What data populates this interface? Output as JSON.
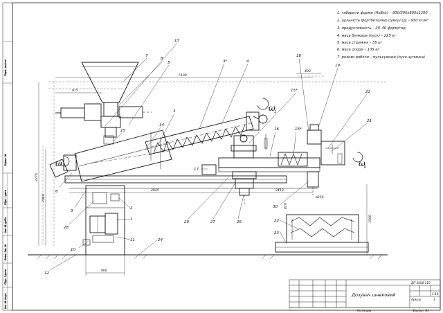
{
  "specs": [
    "1. габарити форми (НхВхL) – 300/300х600х1200",
    "2. щільність фортбетонної суміші (ρ) – 950 кг/м³",
    "3. продуктивність – 20–40 форм/год",
    "4. маса бункера (пуск) – 225 кг",
    "5. маса стрижня – 35 кг",
    "6. маса опори – 105 кг",
    "7. режим роботи – пульсуючий (пуск-зупинка)"
  ],
  "callouts": {
    "c13": "13",
    "c7": "7",
    "c8": "8",
    "c5": "5",
    "c3s": "3*",
    "c4": "4",
    "c18": "18",
    "c19": "19",
    "c22": "22",
    "c15s": "15*",
    "c21": "21",
    "c15": "15",
    "c14": "14",
    "c3": "3",
    "c16": "16",
    "c16s": "16*",
    "c17": "17",
    "c6": "6",
    "c9": "9",
    "c2": "2",
    "c28": "28",
    "c1": "1",
    "c29": "29",
    "c27": "27",
    "c26": "26",
    "c30": "30",
    "c22b": "22",
    "c23": "23",
    "c10": "10",
    "c11": "11",
    "c24": "24",
    "c12": "12"
  },
  "dims": {
    "d5100": "5100",
    "d915": "915",
    "d400": "400",
    "d2270": "2270",
    "d2060": "2060",
    "d2025": "2025",
    "d2410": "2410",
    "d870": "870",
    "d1500": "1500",
    "d900": "900",
    "d250": "ø250"
  },
  "omega": {
    "w1_sub": "1",
    "w2_sub": "II"
  },
  "title_block": {
    "drawing_title": "Дозувач шнековий",
    "code": "ДП 2000 110",
    "scale": "1:10",
    "sheet": "Аркуш",
    "sheets_total": "1",
    "copied": "Копіював",
    "format": "Формат А1"
  },
  "side_stamp": [
    "Перв. застос.",
    "Справ. №",
    "Підп. і дата",
    "Інв. № дубл.",
    "Взам. інв. №",
    "Підп. і дата",
    "Інв. № подл."
  ]
}
